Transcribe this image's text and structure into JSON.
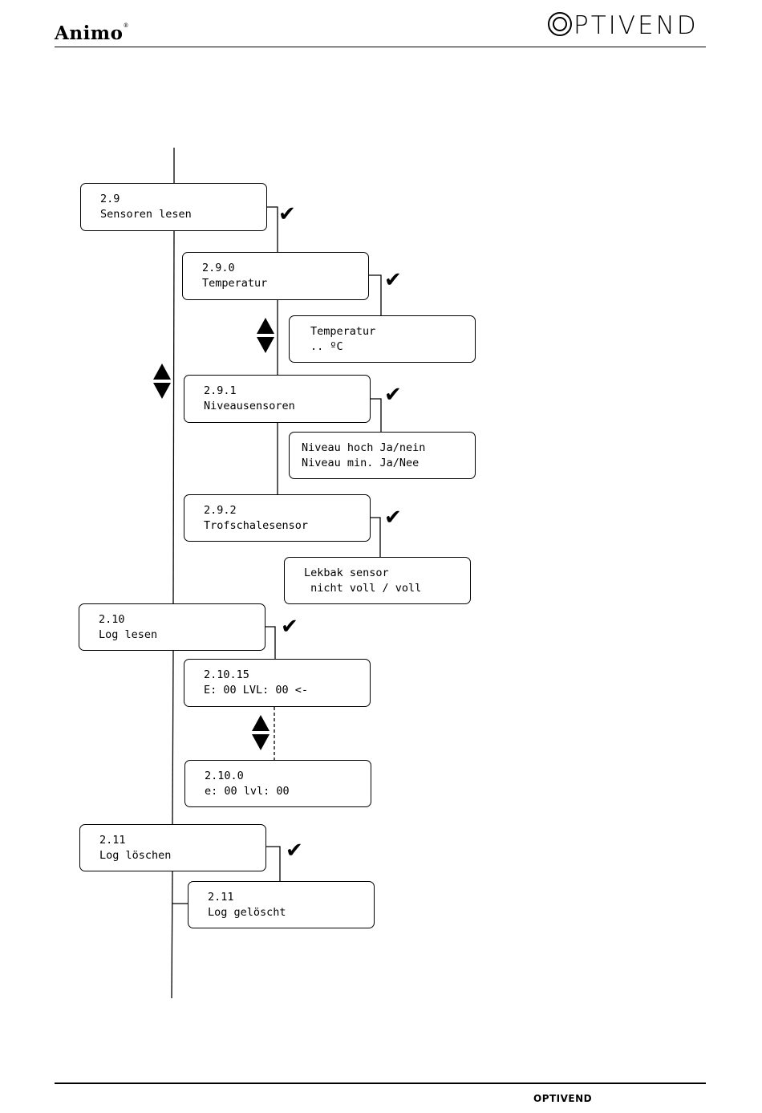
{
  "header": {
    "brand_left": "Animo",
    "brand_left_mark": "®",
    "brand_right": "PTIVEND"
  },
  "footer": {
    "brand": "OPTIVEND"
  },
  "menu": {
    "m2_9": {
      "line1": "2.9",
      "line2": "Sensoren lesen"
    },
    "m2_9_0": {
      "line1": "2.9.0",
      "line2": "Temperatur"
    },
    "temp_display": {
      "line1": "Temperatur",
      "line2": ".. ºC"
    },
    "m2_9_1": {
      "line1": "2.9.1",
      "line2": "Niveausensoren"
    },
    "level_display": {
      "line1": "Niveau hoch Ja/nein",
      "line2": "Niveau min. Ja/Nee"
    },
    "m2_9_2": {
      "line1": "2.9.2",
      "line2": "Trofschalesensor"
    },
    "drip_display": {
      "line1": "Lekbak sensor",
      "line2": " nicht voll / voll"
    },
    "m2_10": {
      "line1": "2.10",
      "line2": "Log lesen"
    },
    "m2_10_15": {
      "line1": "2.10.15",
      "line2": "E: 00 LVL: 00 <-"
    },
    "m2_10_0": {
      "line1": "2.10.0",
      "line2": "e: 00 lvl: 00"
    },
    "m2_11": {
      "line1": "2.11",
      "line2": "Log löschen"
    },
    "m2_11_confirm": {
      "line1": "2.11",
      "line2": "Log gelöscht"
    }
  },
  "icons": {
    "check": "check-icon",
    "scroll": "up-down-arrows-icon"
  }
}
